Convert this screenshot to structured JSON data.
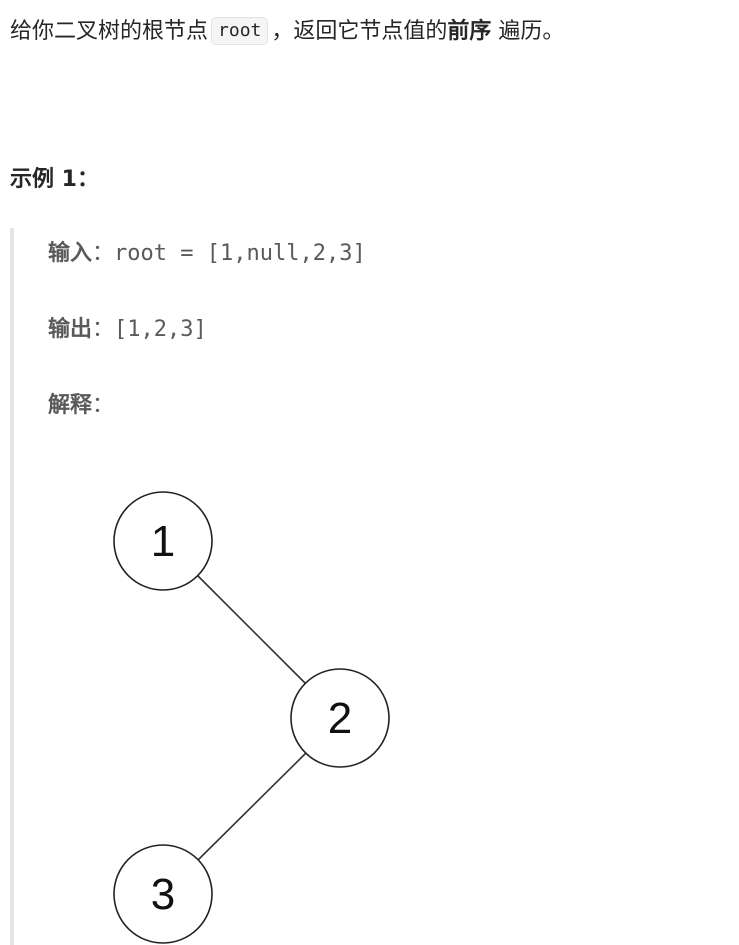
{
  "problem": {
    "description_before": "给你二叉树的根节点",
    "code_root": "root",
    "description_mid": "，返回它节点值的",
    "bold_term": "前序",
    "description_after": "遍历。"
  },
  "example": {
    "title": "示例 1：",
    "input_label": "输入",
    "input_value": "root = [1,null,2,3]",
    "output_label": "输出",
    "output_value": "[1,2,3]",
    "explanation_label": "解释",
    "colon": "："
  },
  "tree": {
    "nodes": [
      {
        "label": "1"
      },
      {
        "label": "2"
      },
      {
        "label": "3"
      }
    ]
  }
}
